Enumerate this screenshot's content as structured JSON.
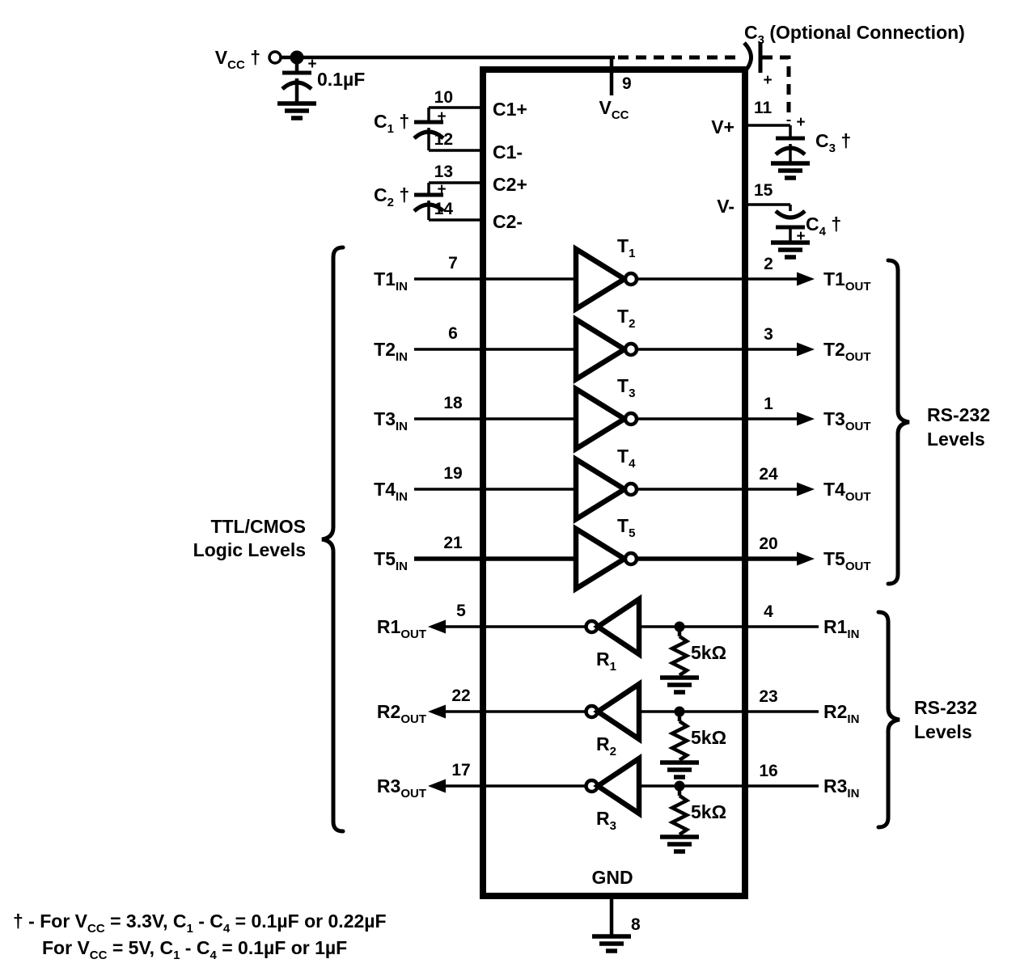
{
  "colors": {
    "ink": "#000000",
    "bg": "#ffffff"
  },
  "sym": {
    "plus": "+"
  },
  "top": {
    "vcc_main": "V",
    "vcc_sub": "CC",
    "vcc_dagger": " †",
    "bypass_value": "0.1µF",
    "optional_main": "C",
    "optional_sub": "3",
    "optional_rest": " (Optional Connection)"
  },
  "ic": {
    "pin9": "9",
    "pin8": "8",
    "vcc_main": "V",
    "vcc_sub": "CC",
    "gnd": "GND",
    "c1p": "C1+",
    "c1m": "C1-",
    "c2p": "C2+",
    "c2m": "C2-",
    "vplus": "V+",
    "vminus": "V-",
    "pin10": "10",
    "pin12": "12",
    "pin13": "13",
    "pin14": "14",
    "pin11": "11",
    "pin15": "15"
  },
  "caps": {
    "c1_main": "C",
    "c1_sub": "1",
    "c1_dagger": " †",
    "c2_main": "C",
    "c2_sub": "2",
    "c2_dagger": " †",
    "c3_main": "C",
    "c3_sub": "3",
    "c3_dagger": " †",
    "c4_main": "C",
    "c4_sub": "4",
    "c4_dagger": " †"
  },
  "transmitters": [
    {
      "in_main": "T1",
      "in_sub": "IN",
      "in_pin": "7",
      "name_main": "T",
      "name_sub": "1",
      "out_pin": "2",
      "out_main": "T1",
      "out_sub": "OUT"
    },
    {
      "in_main": "T2",
      "in_sub": "IN",
      "in_pin": "6",
      "name_main": "T",
      "name_sub": "2",
      "out_pin": "3",
      "out_main": "T2",
      "out_sub": "OUT"
    },
    {
      "in_main": "T3",
      "in_sub": "IN",
      "in_pin": "18",
      "name_main": "T",
      "name_sub": "3",
      "out_pin": "1",
      "out_main": "T3",
      "out_sub": "OUT"
    },
    {
      "in_main": "T4",
      "in_sub": "IN",
      "in_pin": "19",
      "name_main": "T",
      "name_sub": "4",
      "out_pin": "24",
      "out_main": "T4",
      "out_sub": "OUT"
    },
    {
      "in_main": "T5",
      "in_sub": "IN",
      "in_pin": "21",
      "name_main": "T",
      "name_sub": "5",
      "out_pin": "20",
      "out_main": "T5",
      "out_sub": "OUT"
    }
  ],
  "receivers": [
    {
      "out_main": "R1",
      "out_sub": "OUT",
      "out_pin": "5",
      "name_main": "R",
      "name_sub": "1",
      "in_pin": "4",
      "in_main": "R1",
      "in_sub": "IN",
      "resistor": "5kΩ"
    },
    {
      "out_main": "R2",
      "out_sub": "OUT",
      "out_pin": "22",
      "name_main": "R",
      "name_sub": "2",
      "in_pin": "23",
      "in_main": "R2",
      "in_sub": "IN",
      "resistor": "5kΩ"
    },
    {
      "out_main": "R3",
      "out_sub": "OUT",
      "out_pin": "17",
      "name_main": "R",
      "name_sub": "3",
      "in_pin": "16",
      "in_main": "R3",
      "in_sub": "IN",
      "resistor": "5kΩ"
    }
  ],
  "braces": {
    "ttl_line1": "TTL/CMOS",
    "ttl_line2": "Logic Levels",
    "rs_top_line1": "RS-232",
    "rs_top_line2": "Levels",
    "rs_bot_line1": "RS-232",
    "rs_bot_line2": "Levels"
  },
  "footnote": {
    "l1": [
      "† - For V",
      "CC",
      " = 3.3V, C",
      "1",
      " - C",
      "4",
      " = 0.1µF or 0.22µF"
    ],
    "l2": [
      "For V",
      "CC",
      " = 5V, C",
      "1",
      " - C",
      "4",
      " = 0.1µF or 1µF"
    ]
  }
}
